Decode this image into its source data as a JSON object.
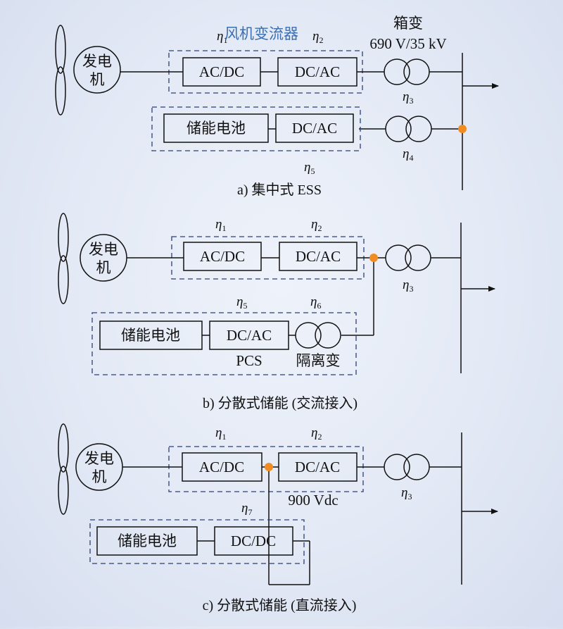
{
  "panel_a": {
    "converter_title": "风机变流器",
    "eta1": "η",
    "eta1_sub": "1",
    "eta2": "η",
    "eta2_sub": "2",
    "eta3": "η",
    "eta3_sub": "3",
    "eta4": "η",
    "eta4_sub": "4",
    "eta5": "η",
    "eta5_sub": "5",
    "generator_line1": "发电",
    "generator_line2": "机",
    "acdc": "AC/DC",
    "dcac": "DC/AC",
    "transformer_title": "箱变",
    "transformer_rating": "690 V/35 kV",
    "battery": "储能电池",
    "battery_dcac": "DC/AC",
    "caption": "a) 集中式 ESS"
  },
  "panel_b": {
    "eta1": "η",
    "eta1_sub": "1",
    "eta2": "η",
    "eta2_sub": "2",
    "eta3": "η",
    "eta3_sub": "3",
    "eta5": "η",
    "eta5_sub": "5",
    "eta6": "η",
    "eta6_sub": "6",
    "generator_line1": "发电",
    "generator_line2": "机",
    "acdc": "AC/DC",
    "dcac": "DC/AC",
    "battery": "储能电池",
    "battery_dcac": "DC/AC",
    "pcs": "PCS",
    "isolation_transformer": "隔离变",
    "caption": "b) 分散式储能 (交流接入)"
  },
  "panel_c": {
    "eta1": "η",
    "eta1_sub": "1",
    "eta2": "η",
    "eta2_sub": "2",
    "eta3": "η",
    "eta3_sub": "3",
    "eta7": "η",
    "eta7_sub": "7",
    "generator_line1": "发电",
    "generator_line2": "机",
    "acdc": "AC/DC",
    "dcac": "DC/AC",
    "dc_voltage": "900 Vdc",
    "battery": "储能电池",
    "battery_dcdc": "DC/DC",
    "caption": "c) 分散式储能 (直流接入)"
  },
  "colors": {
    "line": "#111111",
    "dashed_border": "#2b3f7a",
    "junction": "#f08c22",
    "title_blue": "#3a6fb0"
  }
}
